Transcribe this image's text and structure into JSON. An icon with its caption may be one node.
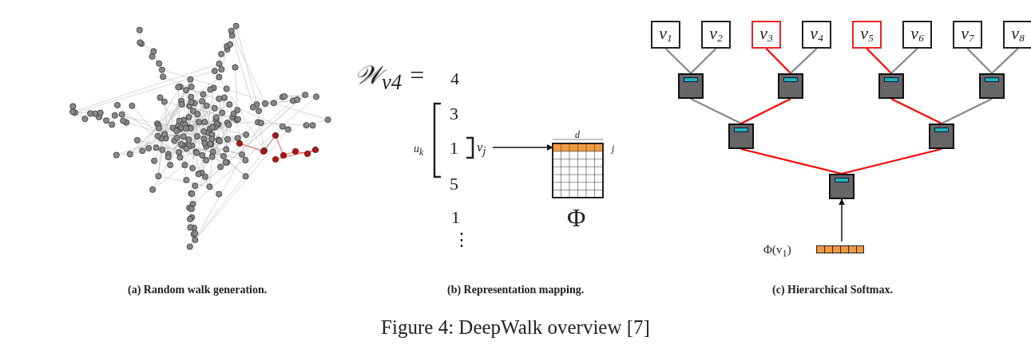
{
  "diagram": {
    "caption": "Figure 4: DeepWalk overview [7]",
    "nodes": [
      {
        "text": [
          "v$_{1}$"
        ]
      },
      {
        "text": [
          "v$_{2}$"
        ]
      },
      {
        "text": [
          "v$_{3}$"
        ]
      },
      {
        "text": [
          "v$_{4}$"
        ]
      },
      {
        "text": [
          "v$_{5}$"
        ]
      },
      {
        "text": [
          "v$_{6}$"
        ]
      },
      {
        "text": [
          "v$_{7}$"
        ]
      },
      {
        "text": [
          "v$_{8}$"
        ]
      },
      {
        "text": [],
        "shape": "box"
      },
      {
        "text": [],
        "shape": "box"
      },
      {
        "text": [],
        "shape": "box"
      },
      {
        "text": [],
        "shape": "box"
      },
      {
        "text": [],
        "shape": "box"
      },
      {
        "text": [],
        "shape": "box"
      },
      {
        "text": [],
        "shape": "box"
      },
      {
        "text": [
          "Φ(v$_{1}$)"
        ]
      },
      {
        "text": [
          "v$_{j}$"
        ]
      },
      {
        "text": [
          "Φ"
        ],
        "beside": [
          "d",
          "j"
        ]
      }
    ],
    "edges": [
      {
        "from": 0,
        "to": 8,
        "arrow": "none"
      },
      {
        "from": 1,
        "to": 8,
        "arrow": "none"
      },
      {
        "from": 2,
        "to": 9,
        "arrow": "none",
        "color": "#ff0000"
      },
      {
        "from": 3,
        "to": 9,
        "arrow": "none"
      },
      {
        "from": 4,
        "to": 10,
        "arrow": "none",
        "color": "#ff0000"
      },
      {
        "from": 5,
        "to": 10,
        "arrow": "none"
      },
      {
        "from": 6,
        "to": 11,
        "arrow": "none"
      },
      {
        "from": 7,
        "to": 11,
        "arrow": "none"
      },
      {
        "from": 8,
        "to": 12,
        "arrow": "none"
      },
      {
        "from": 9,
        "to": 12,
        "arrow": "none",
        "color": "#ff0000"
      },
      {
        "from": 10,
        "to": 13,
        "arrow": "none",
        "color": "#ff0000"
      },
      {
        "from": 11,
        "to": 13,
        "arrow": "none"
      },
      {
        "from": 12,
        "to": 14,
        "arrow": "none",
        "color": "#ff0000"
      },
      {
        "from": 13,
        "to": 14,
        "arrow": "none",
        "color": "#ff0000"
      },
      {
        "from": 15,
        "to": 14,
        "arrow": "to",
        "color": "#111111"
      },
      {
        "from": 16,
        "to": 17,
        "arrow": "to",
        "color": "#111111"
      }
    ],
    "labels": [
      "𝒲$_{v4}$ =",
      "4",
      "3",
      "u$_{k}$",
      "1",
      "5",
      "1",
      "⋮",
      "(a) Random walk generation.",
      "(b) Representation mapping.",
      "(c) Hierarchical Softmax."
    ]
  }
}
